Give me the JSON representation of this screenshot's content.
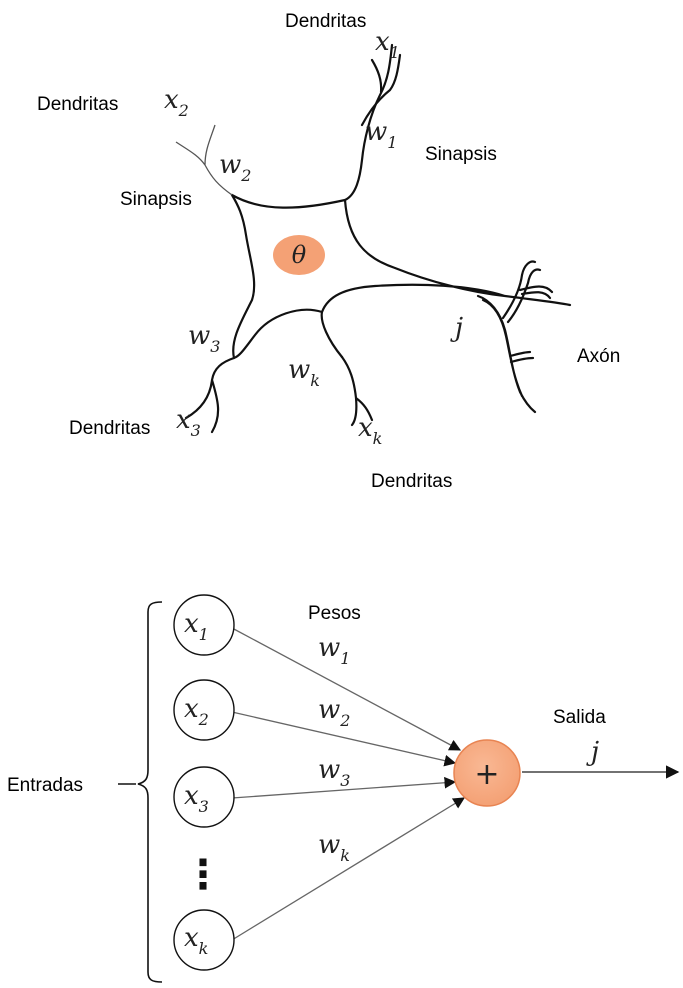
{
  "neuron_diagram": {
    "labels": {
      "dendritas_top": "Dendritas",
      "dendritas_upper_left": "Dendritas",
      "sinapsis_right": "Sinapsis",
      "sinapsis_left": "Sinapsis",
      "axon": "Axón",
      "dendritas_lower_left": "Dendritas",
      "dendritas_bottom": "Dendritas"
    },
    "symbols": {
      "x1": {
        "base": "x",
        "sub": "1"
      },
      "x2": {
        "base": "x",
        "sub": "2"
      },
      "x3": {
        "base": "x",
        "sub": "3"
      },
      "xk": {
        "base": "x",
        "sub": "k"
      },
      "w1": {
        "base": "w",
        "sub": "1"
      },
      "w2": {
        "base": "w",
        "sub": "2"
      },
      "w3": {
        "base": "w",
        "sub": "3"
      },
      "wk": {
        "base": "w",
        "sub": "k"
      },
      "theta": "θ",
      "j": "j"
    },
    "colors": {
      "soma_marker": "#f4a175"
    }
  },
  "perceptron_diagram": {
    "inputs_label": "Entradas",
    "weights_label": "Pesos",
    "output_label": "Salida",
    "output_symbol": "j",
    "sum_symbol": "+",
    "ellipsis": "⋮",
    "input_nodes": [
      {
        "base": "x",
        "sub": "1"
      },
      {
        "base": "x",
        "sub": "2"
      },
      {
        "base": "x",
        "sub": "3"
      },
      {
        "base": "x",
        "sub": "k"
      }
    ],
    "weights": [
      {
        "base": "w",
        "sub": "1"
      },
      {
        "base": "w",
        "sub": "2"
      },
      {
        "base": "w",
        "sub": "3"
      },
      {
        "base": "w",
        "sub": "k"
      }
    ],
    "colors": {
      "sum_node": "#f4a175",
      "sum_node_edge": "#e88452"
    }
  }
}
